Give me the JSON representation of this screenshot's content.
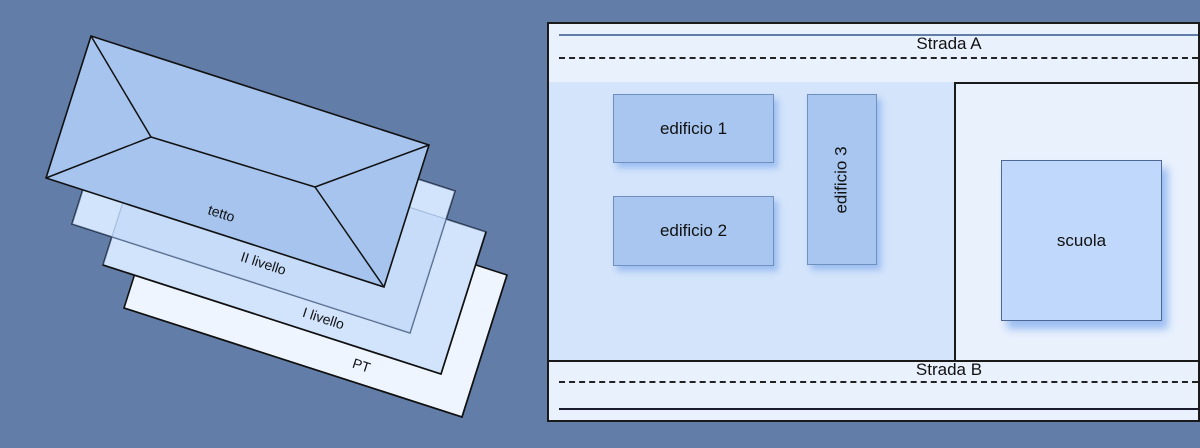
{
  "layers_diagram": {
    "layers": [
      {
        "id": "pt",
        "label": "PT"
      },
      {
        "id": "primo",
        "label": "I  livello"
      },
      {
        "id": "secondo",
        "label": "II livello"
      },
      {
        "id": "tetto",
        "label": "tetto"
      }
    ]
  },
  "site_plan": {
    "roads": [
      {
        "id": "a",
        "label": "Strada A"
      },
      {
        "id": "b",
        "label": "Strada B"
      }
    ],
    "buildings": [
      {
        "id": "edificio-1",
        "label": "edificio 1"
      },
      {
        "id": "edificio-2",
        "label": "edificio  2"
      },
      {
        "id": "edificio-3",
        "label": "edificio  3"
      },
      {
        "id": "scuola",
        "label": "scuola"
      }
    ]
  },
  "colors": {
    "background": "#627ea8",
    "sheet": "#eef5ff",
    "sheet_overlap": "#bcd5f8",
    "roof": "#a6c4ee",
    "lot": "#d3e4fb",
    "building": "#a8c6f0",
    "school": "#c0d8fb"
  }
}
